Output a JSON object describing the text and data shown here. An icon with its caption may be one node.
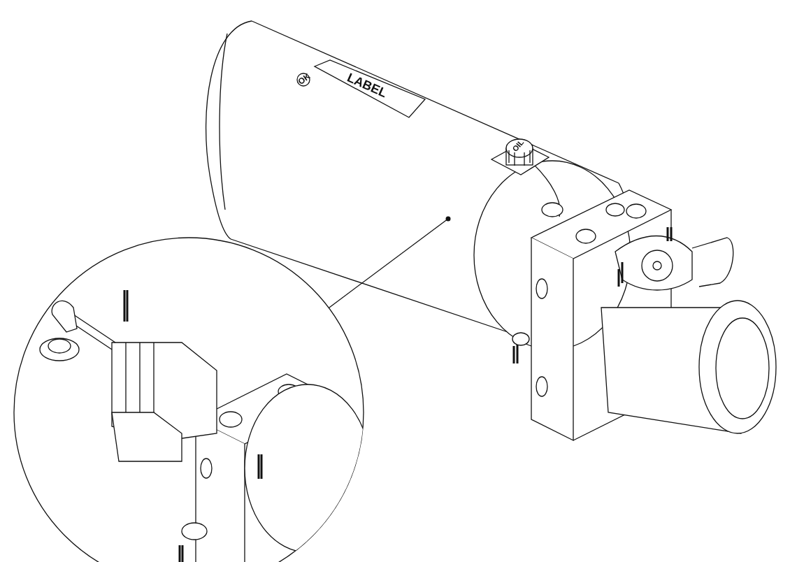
{
  "diagram": {
    "nodes": [
      {
        "text": [],
        "shape": "picture"
      },
      {
        "text": [],
        "shape": "circle"
      }
    ],
    "edges": [
      {
        "from": 0,
        "to": 1,
        "arrow": "other"
      }
    ],
    "labels": [
      "OK",
      "LABEL",
      "OIL"
    ]
  }
}
